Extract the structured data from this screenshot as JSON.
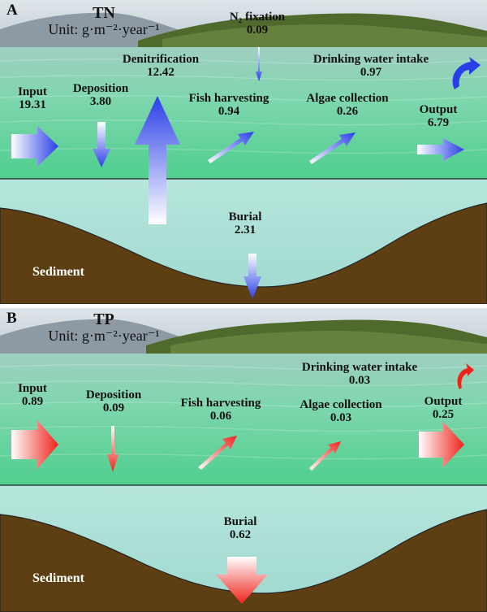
{
  "panel_a": {
    "letter": "A",
    "title_line1": "TN",
    "title_line2": "Unit: g·m⁻²·year⁻¹",
    "n2_fixation_name": "N₂ fixation",
    "n2_fixation_value": "0.09",
    "denitrification_name": "Denitrification",
    "denitrification_value": "12.42",
    "drinking_name": "Drinking water intake",
    "drinking_value": "0.97",
    "input_name": "Input",
    "input_value": "19.31",
    "deposition_name": "Deposition",
    "deposition_value": "3.80",
    "fish_name": "Fish harvesting",
    "fish_value": "0.94",
    "algae_name": "Algae collection",
    "algae_value": "0.26",
    "output_name": "Output",
    "output_value": "6.79",
    "burial_name": "Burial",
    "burial_value": "2.31",
    "sediment": "Sediment"
  },
  "panel_b": {
    "letter": "B",
    "title_line1": "TP",
    "title_line2": "Unit: g·m⁻²·year⁻¹",
    "drinking_name": "Drinking water intake",
    "drinking_value": "0.03",
    "input_name": "Input",
    "input_value": "0.89",
    "deposition_name": "Deposition",
    "deposition_value": "0.09",
    "fish_name": "Fish harvesting",
    "fish_value": "0.06",
    "algae_name": "Algae collection",
    "algae_value": "0.03",
    "output_name": "Output",
    "output_value": "0.25",
    "burial_name": "Burial",
    "burial_value": "0.62",
    "sediment": "Sediment"
  },
  "colors": {
    "nitrogen_arrow": "#2a3ee8",
    "phosphorus_arrow": "#f0221a",
    "water": "#7fd9b4",
    "lake_column": "#a8ded8",
    "sediment": "#5e3f14",
    "sky": "#c9d6de",
    "hill": "#5f7a3a"
  }
}
